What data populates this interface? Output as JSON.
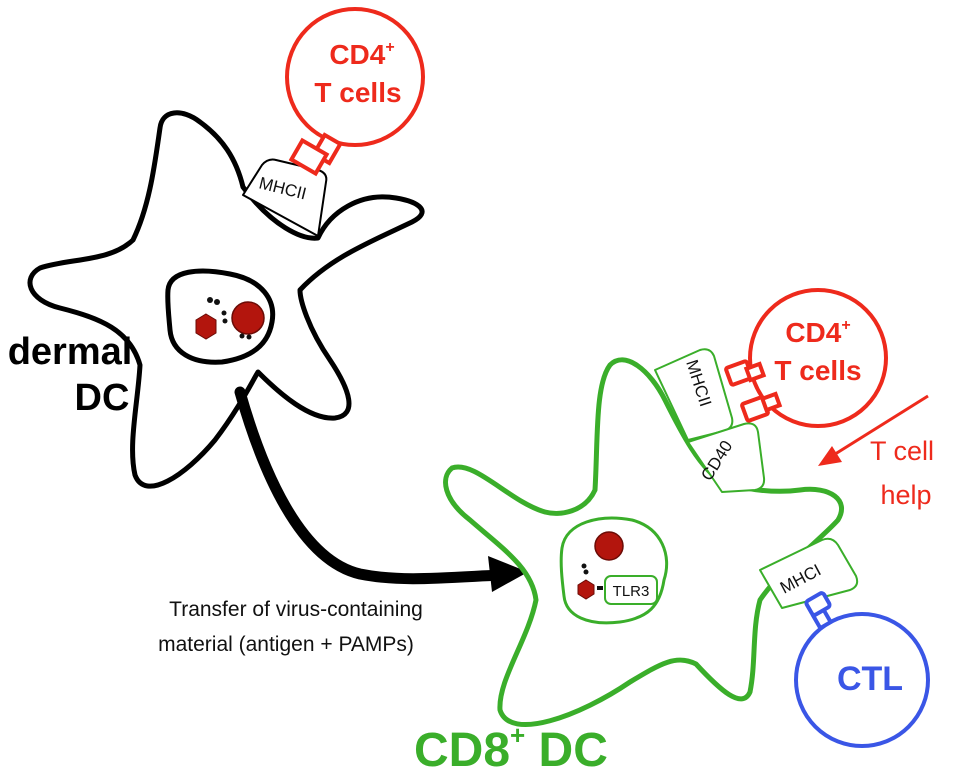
{
  "labels": {
    "dermal_line1": "dermal",
    "dermal_line2": "DC",
    "cd8_main": "CD8",
    "cd8_sup": "+",
    "cd8_tail": " DC",
    "cd4_top_line1": "CD4",
    "cd4_top_sup": "+",
    "cd4_top_line2": "T cells",
    "cd4_right_line1": "CD4",
    "cd4_right_sup": "+",
    "cd4_right_line2": "T cells",
    "ctl": "CTL",
    "help_line1": "T cell",
    "help_line2": "help",
    "transfer_line1": "Transfer of virus-containing",
    "transfer_line2": "material (antigen + PAMPs)",
    "mhcii_top": "MHCII",
    "mhcii_right": "MHCII",
    "cd40": "CD40",
    "mhci": "MHCI",
    "tlr3": "TLR3"
  },
  "colors": {
    "dermal": "#000000",
    "cd8": "#3aae2a",
    "cd4": "#ee2a1c",
    "ctl": "#3a56e6",
    "virus": "#b3150d",
    "text": "#111111"
  }
}
